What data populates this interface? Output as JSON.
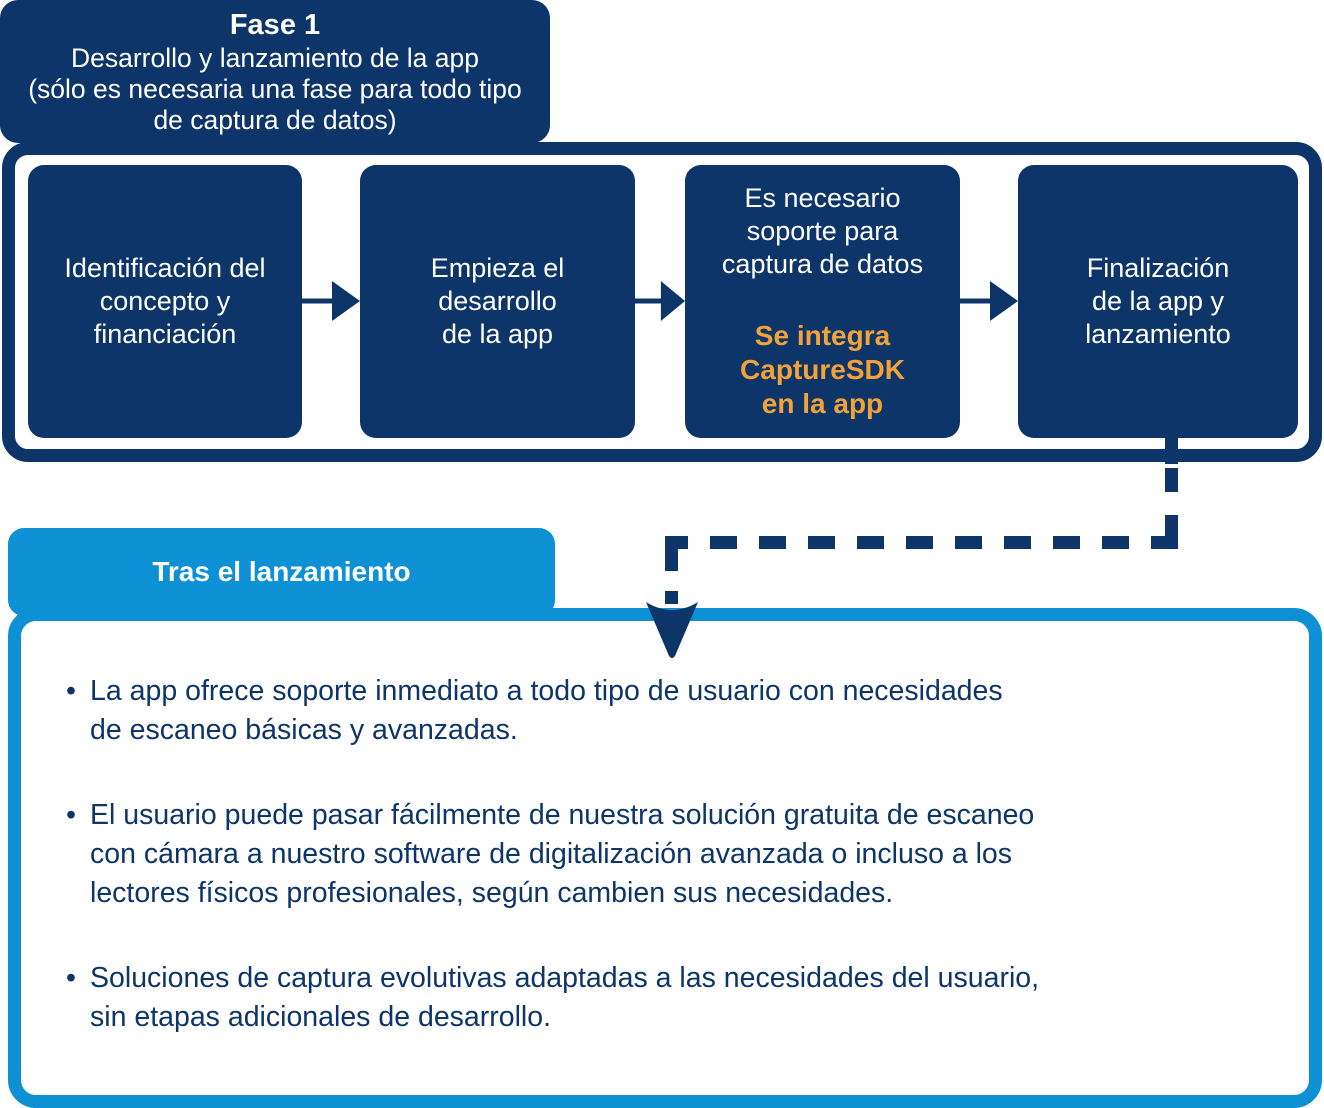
{
  "colors": {
    "navy": "#0d3569",
    "light_blue": "#0e90d4",
    "orange": "#f2a237",
    "text_on_dark": "#ffffff"
  },
  "phase1": {
    "tab_title": "Fase 1",
    "tab_subtitle": "Desarrollo y lanzamiento de la app\n(sólo es necesaria una fase para todo tipo\nde captura de datos)",
    "steps": [
      {
        "label": "Identificación del\nconcepto y\nfinanciación"
      },
      {
        "label": "Empieza el\ndesarrollo\nde la app"
      },
      {
        "label": "Es necesario\nsoporte para\ncaptura de datos",
        "highlight": "Se integra\nCaptureSDK\nen la app"
      },
      {
        "label": "Finalización\nde la app y\nlanzamiento"
      }
    ]
  },
  "post_launch": {
    "tab_title": "Tras el lanzamiento",
    "bullet_marker": "•",
    "bullets": [
      "La app ofrece soporte inmediato a todo tipo de usuario con necesidades\nde escaneo básicas y avanzadas.",
      "El usuario puede pasar fácilmente de nuestra solución gratuita de escaneo\ncon cámara a nuestro software de digitalización avanzada o incluso a los\nlectores físicos profesionales, según cambien sus necesidades.",
      "Soluciones de captura evolutivas adaptadas a las necesidades del usuario,\nsin etapas adicionales de desarrollo."
    ]
  }
}
